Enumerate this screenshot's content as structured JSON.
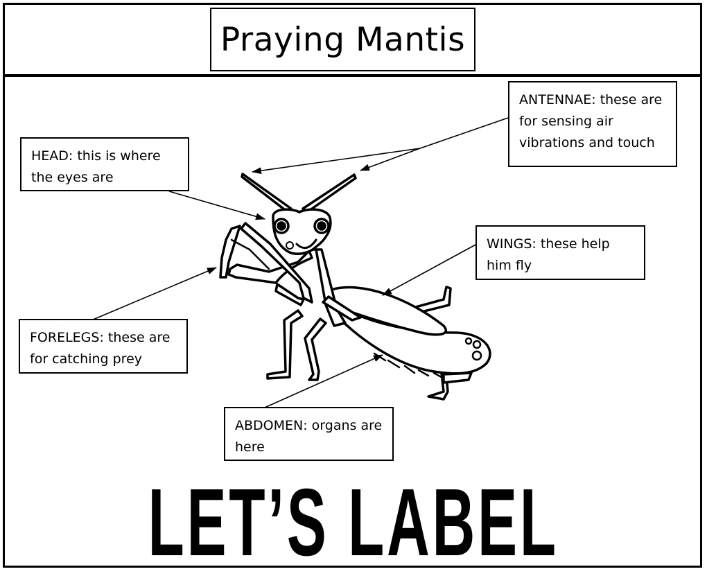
{
  "title": "Praying Mantis",
  "labels": {
    "antennae": "ANTENNAE: these are for sensing air vibrations and touch",
    "head": "HEAD: this is where the eyes are",
    "wings": "WINGS: these help him fly",
    "forelegs": "FORELEGS: these are for catching prey",
    "abdomen": "ABDOMEN: organs are here"
  },
  "banner": "LET’S LABEL",
  "illustration": "praying-mantis"
}
